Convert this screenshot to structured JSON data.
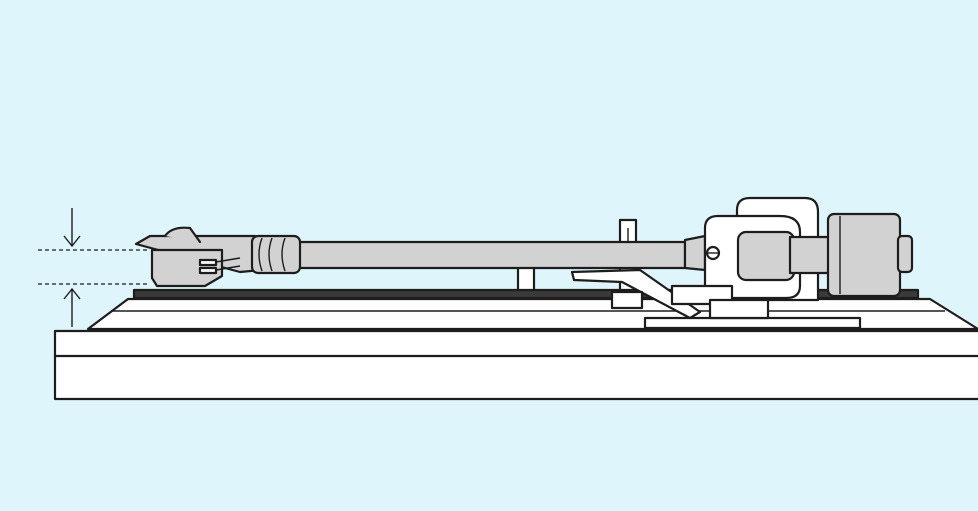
{
  "colors": {
    "background": "#dff5fc",
    "outline": "#1d1d1d",
    "arm_fill": "#d2d2d2",
    "body_fill": "#ffffff",
    "mat_fill": "#3a3a3a"
  },
  "diagram": {
    "subject": "turntable-tonearm-side-view",
    "annotations": [
      "height-down-arrow",
      "height-up-arrow",
      "reference-dashed-lines"
    ]
  }
}
